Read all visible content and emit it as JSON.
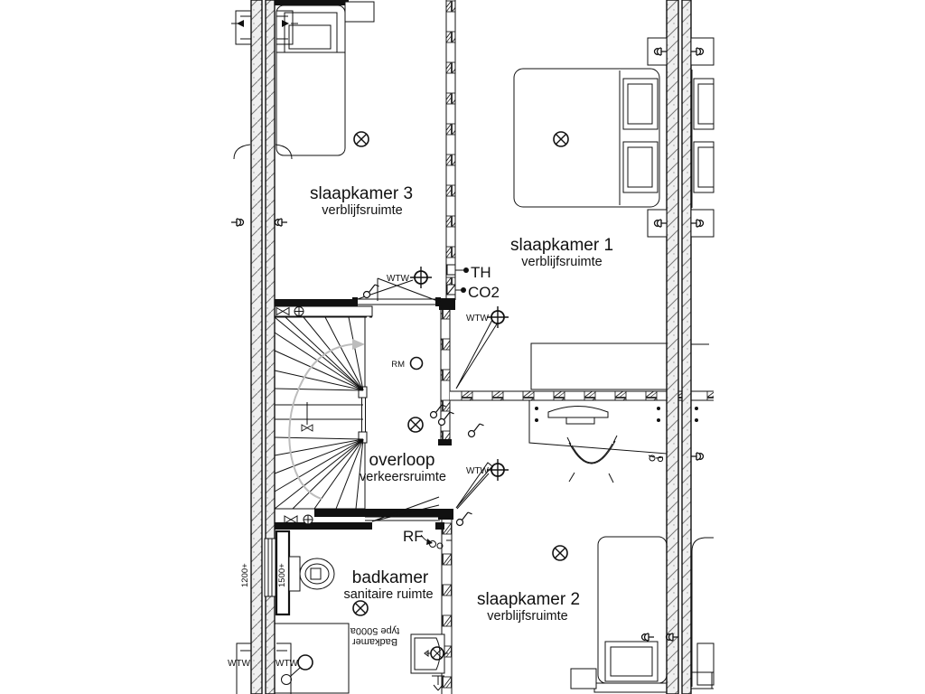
{
  "rooms": [
    {
      "name": "slaapkamer 3",
      "type": "verblijfsruimte"
    },
    {
      "name": "slaapkamer 1",
      "type": "verblijfsruimte"
    },
    {
      "name": "overloop",
      "type": "verkeersruimte"
    },
    {
      "name": "badkamer",
      "type": "sanitaire ruimte"
    },
    {
      "name": "slaapkamer 2",
      "type": "verblijfsruimte"
    }
  ],
  "labels": {
    "thermostat": "TH",
    "co2_sensor": "CO2",
    "smoke_detector": "RM",
    "rf_switch": "RF",
    "vent_valve": "WTW"
  },
  "dimensions": {
    "sill_left": "1200+",
    "sill_inner": "1500+"
  },
  "notes": {
    "bath_type_line1": "Badkamer",
    "bath_type_line2": "type 5000a"
  },
  "colors": {
    "line": "#111111",
    "wall_fill": "#efefef",
    "walkline": "#bdbdbd"
  }
}
